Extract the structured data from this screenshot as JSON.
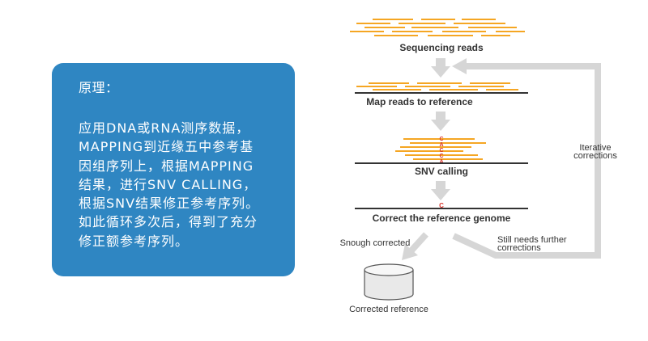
{
  "principle_panel": {
    "title": "原理：",
    "lines": [
      "应用DNA或RNA测序数据，",
      "MAPPING到近缘五中参考基",
      "因组序列上，根据MAPPING",
      "结果，进行SNV CALLING，",
      "根据SNV结果修正参考序列。",
      "如此循环多次后，得到了充分",
      "修正额参考序列。"
    ]
  },
  "workflow": {
    "step_sequencing": "Sequencing reads",
    "step_map": "Map reads to reference",
    "step_snv": "SNV calling",
    "step_correct": "Correct the reference genome",
    "iterative_line1": "Iterative",
    "iterative_line2": "corrections",
    "still_line1": "Still needs further",
    "still_line2": "corrections",
    "enough_label": "Snough corrected",
    "db_label": "Corrected reference",
    "snv_letters": [
      "C",
      "A",
      "C",
      "C",
      "A"
    ],
    "corrected_base": "C"
  },
  "colors": {
    "panel": "#2f86c2",
    "read": "#f5a623",
    "arrow": "#d6d6d6",
    "reference_line": "#333333",
    "snv_letter": "#d9342b"
  }
}
